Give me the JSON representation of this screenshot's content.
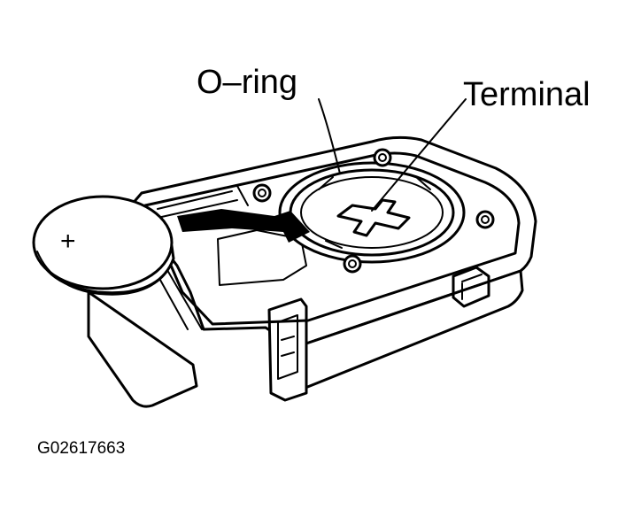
{
  "labels": {
    "oring": "O–ring",
    "terminal": "Terminal",
    "battery_polarity": "+",
    "figure_code": "G02617663"
  },
  "colors": {
    "ink": "#000000",
    "background": "#ffffff"
  }
}
